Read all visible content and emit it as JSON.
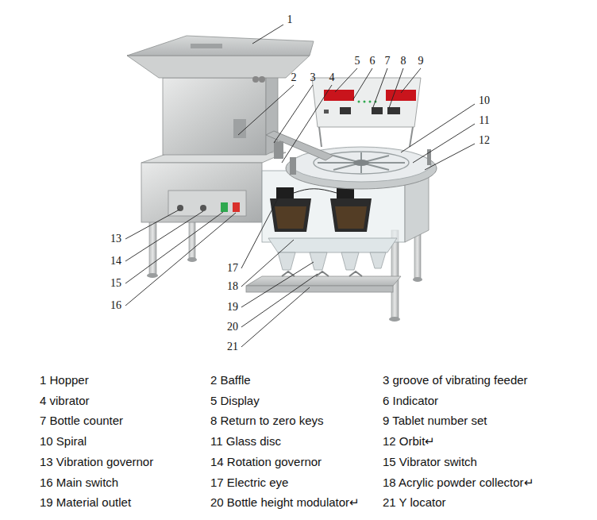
{
  "diagram": {
    "labels": [
      "1",
      "2",
      "3",
      "4",
      "5",
      "6",
      "7",
      "8",
      "9",
      "10",
      "11",
      "12",
      "13",
      "14",
      "15",
      "16",
      "17",
      "18",
      "19",
      "20",
      "21",
      "1 Hopper",
      "2 Baffle",
      "3 groove of vibrating feeder",
      "4 vibrator",
      "5 Display",
      "6 Indicator",
      "7 Bottle counter",
      "8 Return to zero keys",
      "9 Tablet number set",
      "10 Spiral",
      "11 Glass disc",
      "12 Orbit↵",
      "13 Vibration governor",
      "14 Rotation governor",
      "15 Vibrator switch",
      "16 Main switch",
      "17 Electric eye",
      "18 Acrylic powder collector↵",
      "19 Material outlet",
      "20 Bottle height modulator↵",
      "21 Y locator"
    ]
  }
}
